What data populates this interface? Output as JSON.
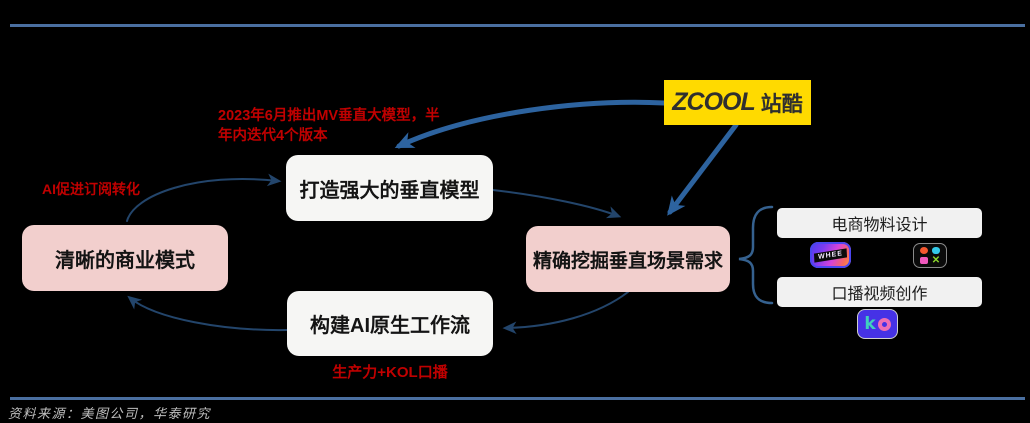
{
  "cycle": {
    "top": "打造强大的垂直模型",
    "left": "清晰的商业模式",
    "right": "精确挖掘垂直场景需求",
    "bottom": "构建AI原生工作流"
  },
  "annotations": {
    "model_release_line1": "2023年6月推出MV垂直大模型，半",
    "model_release_line2": "年内迭代4个版本",
    "ai_conversion": "AI促进订阅转化",
    "productivity_kol": "生产力+KOL口播"
  },
  "logo": {
    "latin": "ZCOOL",
    "cjk": "站酷"
  },
  "categories": [
    {
      "label": "电商物料设计"
    },
    {
      "label": "口播视频创作"
    }
  ],
  "icons": {
    "whee_label": "WHEE",
    "design_x_glyph": "✕",
    "kaipai_k_glyph": "k"
  },
  "source_line": "资料来源：美图公司，华泰研究",
  "colors": {
    "background": "#000000",
    "rule_blue": "#4A6FA0",
    "thick_arrow_blue": "#2D639F",
    "thin_arrow_navy": "#23456B",
    "annotation_red": "#C00000",
    "node_pink": "#F2CFCD",
    "node_white": "#F6F6F4",
    "zcool_yellow": "#FFDA00"
  }
}
